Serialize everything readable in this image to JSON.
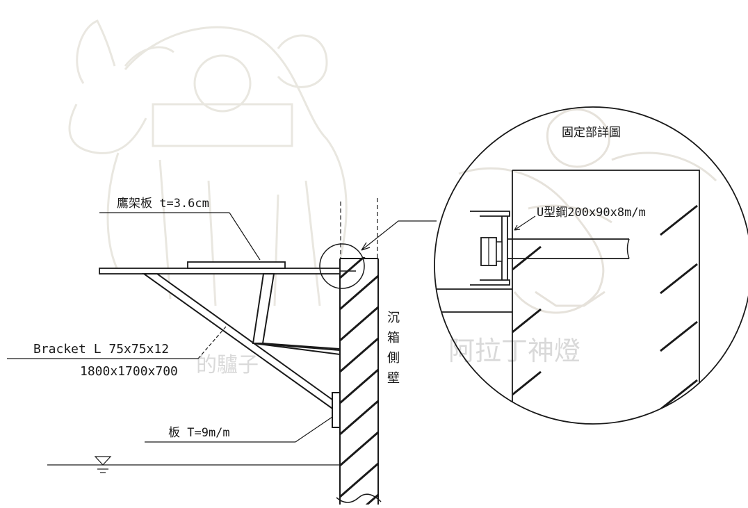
{
  "labels": {
    "top_plate": "鷹架板 t=3.6cm",
    "bracket_line1": "Bracket L 75x75x12",
    "bracket_line2": "1800x1700x700",
    "plate": "板 T=9m/m",
    "caisson_wall": [
      "沉",
      "箱",
      "側",
      "壁"
    ],
    "detail_title": "固定部詳圖",
    "u_channel": "U型鋼200x90x8m/m"
  },
  "watermark": {
    "text": "阿拉丁神燈",
    "partial_text": "的驢子",
    "figures": [
      "donkey-sketch",
      "genie-lamp-sketch"
    ]
  }
}
